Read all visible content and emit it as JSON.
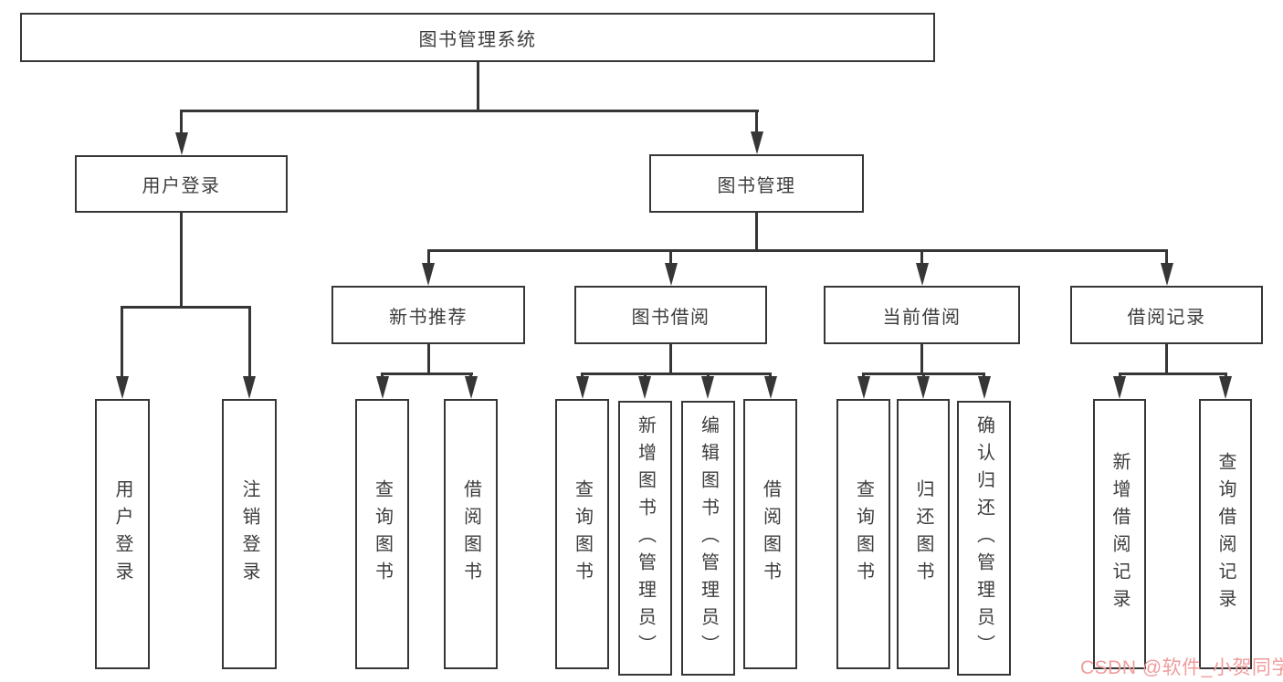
{
  "diagram": {
    "type": "hierarchy",
    "title": "图书管理系统"
  },
  "nodes": {
    "root": {
      "label": "图书管理系统"
    },
    "level2": [
      {
        "label": "用户登录",
        "parent": "图书管理系统"
      },
      {
        "label": "图书管理",
        "parent": "图书管理系统"
      }
    ],
    "level3": [
      {
        "label": "新书推荐",
        "parent": "图书管理"
      },
      {
        "label": "图书借阅",
        "parent": "图书管理"
      },
      {
        "label": "当前借阅",
        "parent": "图书管理"
      },
      {
        "label": "借阅记录",
        "parent": "图书管理"
      }
    ],
    "leaves": [
      {
        "label": "用户登录",
        "parent": "用户登录"
      },
      {
        "label": "注销登录",
        "parent": "用户登录"
      },
      {
        "label": "查询图书",
        "parent": "新书推荐"
      },
      {
        "label": "借阅图书",
        "parent": "新书推荐"
      },
      {
        "label": "查询图书",
        "parent": "图书借阅"
      },
      {
        "label": "新增图书（管理员）",
        "parent": "图书借阅"
      },
      {
        "label": "编辑图书（管理员）",
        "parent": "图书借阅"
      },
      {
        "label": "借阅图书",
        "parent": "图书借阅"
      },
      {
        "label": "查询图书",
        "parent": "当前借阅"
      },
      {
        "label": "归还图书",
        "parent": "当前借阅"
      },
      {
        "label": "确认归还（管理员）",
        "parent": "当前借阅"
      },
      {
        "label": "新增借阅记录",
        "parent": "借阅记录"
      },
      {
        "label": "查询借阅记录",
        "parent": "借阅记录"
      }
    ]
  },
  "watermark": {
    "text": "CSDN @软件_小贺同学",
    "color": "#f19c9c"
  },
  "colors": {
    "line": "#363636",
    "border": "#363636",
    "text": "#3d3d3d",
    "background": "#ffffff"
  }
}
